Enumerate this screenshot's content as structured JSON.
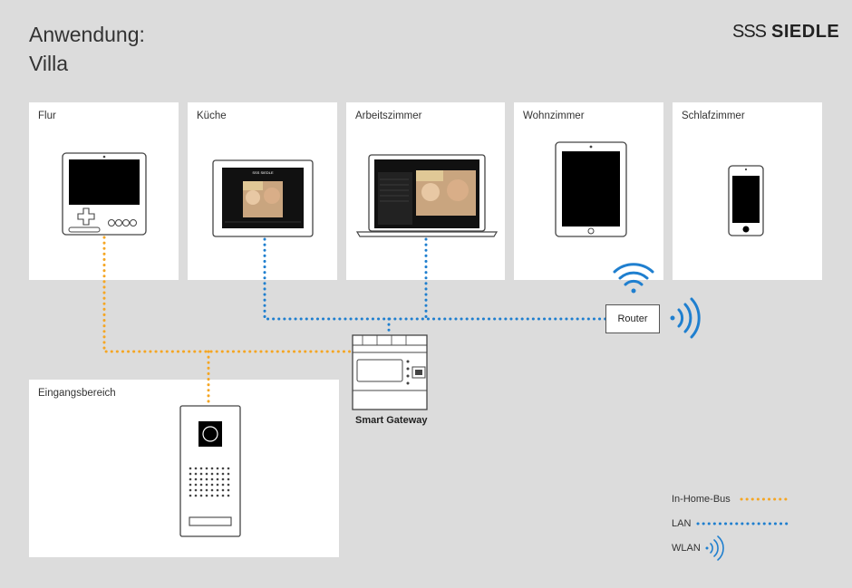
{
  "header": {
    "title_line1": "Anwendung:",
    "title_line2": "Villa",
    "logo_mark": "SSS",
    "logo_text": "SIEDLE"
  },
  "rooms": [
    {
      "id": "flur",
      "label": "Flur"
    },
    {
      "id": "kueche",
      "label": "Küche"
    },
    {
      "id": "arbeitszimmer",
      "label": "Arbeitszimmer"
    },
    {
      "id": "wohnzimmer",
      "label": "Wohnzimmer"
    },
    {
      "id": "schlafzimmer",
      "label": "Schlafzimmer"
    },
    {
      "id": "eingangsbereich",
      "label": "Eingangsbereich"
    }
  ],
  "nodes": {
    "router": "Router",
    "gateway": "Smart Gateway",
    "tablet_brand": "SSS SIEDLE"
  },
  "legend": [
    {
      "label": "In-Home-Bus",
      "type": "bus",
      "color": "#f5a623"
    },
    {
      "label": "LAN",
      "type": "lan",
      "color": "#1f7fcf"
    },
    {
      "label": "WLAN",
      "type": "wlan",
      "color": "#1f7fcf"
    }
  ],
  "colors": {
    "bus": "#f5a623",
    "lan": "#1f7fcf",
    "wlan": "#1f7fcf",
    "background": "#dcdcdc"
  }
}
